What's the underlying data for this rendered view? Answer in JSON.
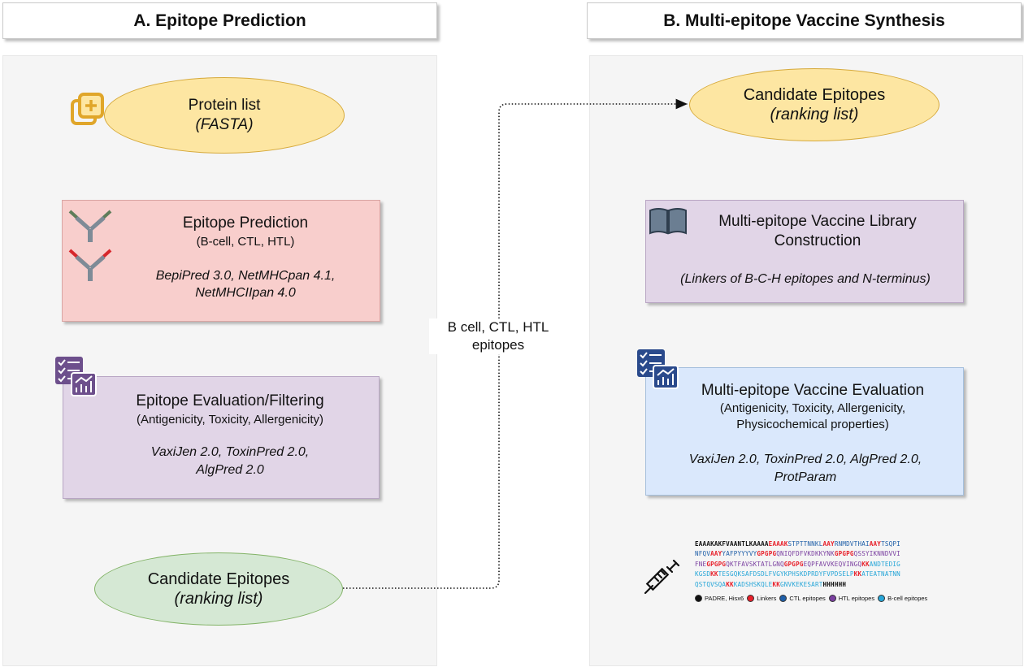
{
  "headers": {
    "a": "A. Epitope Prediction",
    "b": "B. Multi-epitope Vaccine Synthesis"
  },
  "left": {
    "protein": {
      "title": "Protein list",
      "sub": "(FASTA)"
    },
    "prediction": {
      "title": "Epitope Prediction",
      "sub": "(B-cell, CTL, HTL)",
      "tools1": "BepiPred 3.0, NetMHCpan 4.1,",
      "tools2": "NetMHCIIpan 4.0"
    },
    "evaluation": {
      "title": "Epitope Evaluation/Filtering",
      "sub": "(Antigenicity, Toxicity, Allergenicity)",
      "tools1": "VaxiJen 2.0, ToxinPred 2.0,",
      "tools2": "AlgPred 2.0"
    },
    "candidate": {
      "title": "Candidate Epitopes",
      "sub": "(ranking list)"
    }
  },
  "connector": {
    "line1": "B cell, CTL, HTL",
    "line2": "epitopes"
  },
  "right": {
    "candidate": {
      "title": "Candidate Epitopes",
      "sub": "(ranking list)"
    },
    "library": {
      "title1": "Multi-epitope Vaccine Library",
      "title2": "Construction",
      "sub": "(Linkers of B-C-H epitopes and N-terminus)"
    },
    "evaluation": {
      "title": "Multi-epitope Vaccine Evaluation",
      "sub1": "(Antigenicity, Toxicity, Allergenicity,",
      "sub2": "Physicochemical properties)",
      "tools1": "VaxiJen 2.0, ToxinPred 2.0, AlgPred 2.0,",
      "tools2": "ProtParam"
    },
    "sequence": {
      "lines": [
        [
          [
            "k",
            "EAAAKAKFVAANTLKAAAA"
          ],
          [
            "r",
            "EAAAK"
          ],
          [
            "c",
            "STPTTNNKL"
          ],
          [
            "r",
            "AAY"
          ],
          [
            "c",
            "RNMDVTHAI"
          ],
          [
            "r",
            "AAY"
          ],
          [
            "c",
            "TSQPI"
          ]
        ],
        [
          [
            "c",
            "NFQV"
          ],
          [
            "r",
            "AAY"
          ],
          [
            "c",
            "YAFPYYYVY"
          ],
          [
            "r",
            "GPGPG"
          ],
          [
            "p",
            "QNIQFDFVKDKKYNK"
          ],
          [
            "r",
            "GPGPG"
          ],
          [
            "p",
            "QSSYIKNNDVVI"
          ]
        ],
        [
          [
            "p",
            "FNE"
          ],
          [
            "r",
            "GPGPG"
          ],
          [
            "p",
            "QKTFAVSKTATLGNQ"
          ],
          [
            "r",
            "GPGPG"
          ],
          [
            "p",
            "EQPFAVVKEQVINGQ"
          ],
          [
            "r",
            "KK"
          ],
          [
            "b",
            "ANDTEDIG"
          ]
        ],
        [
          [
            "b",
            "KGSD"
          ],
          [
            "r",
            "KK"
          ],
          [
            "b",
            "TESGQKSAFDSDLFVGYKPHSKDPRDYFVPDSELP"
          ],
          [
            "r",
            "KK"
          ],
          [
            "b",
            "ATEATNATNN"
          ]
        ],
        [
          [
            "b",
            "QSTQVSQA"
          ],
          [
            "r",
            "KK"
          ],
          [
            "b",
            "KADSHSKQLE"
          ],
          [
            "r",
            "KK"
          ],
          [
            "b",
            "GNVKEKESART"
          ],
          [
            "k",
            "HHHHHH"
          ]
        ]
      ],
      "colors": {
        "k": "#111111",
        "r": "#e8202a",
        "c": "#1f5fa8",
        "p": "#7a3fa0",
        "b": "#27a6d8"
      }
    },
    "legend": [
      {
        "label": "PADRE, Hisx6",
        "color": "#111111"
      },
      {
        "label": "Linkers",
        "color": "#e8202a"
      },
      {
        "label": "CTL epitopes",
        "color": "#1f5fa8"
      },
      {
        "label": "HTL epitopes",
        "color": "#7a3fa0"
      },
      {
        "label": "B-cell epitopes",
        "color": "#27a6d8"
      }
    ]
  },
  "icons": [
    "add-document-icon",
    "antibody-icon",
    "checklist-chart-icon",
    "book-icon",
    "syringe-icon"
  ]
}
